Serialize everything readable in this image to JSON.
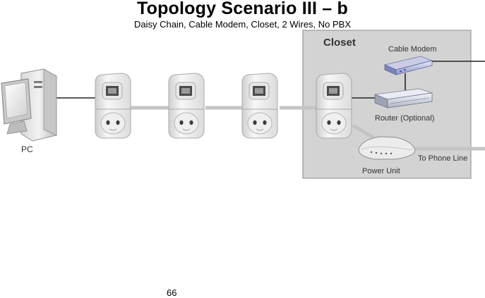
{
  "header": {
    "title": "Topology Scenario III – b",
    "subtitle": "Daisy Chain, Cable Modem, Closet, 2 Wires, No PBX"
  },
  "diagram": {
    "closet_label": "Closet",
    "pc_label": "PC",
    "cable_modem_label": "Cable Modem",
    "router_label": "Router (Optional)",
    "power_unit_label": "Power Unit",
    "phone_line_label": "To Phone Line",
    "colors": {
      "closet_fill": "#d3d3d3",
      "closet_border": "#8a8a8a",
      "wall_wire": "#c4c4c4",
      "data_cable": "#222222",
      "modem_accent": "#4a5ab8"
    }
  },
  "footer": {
    "page_number": "66"
  }
}
